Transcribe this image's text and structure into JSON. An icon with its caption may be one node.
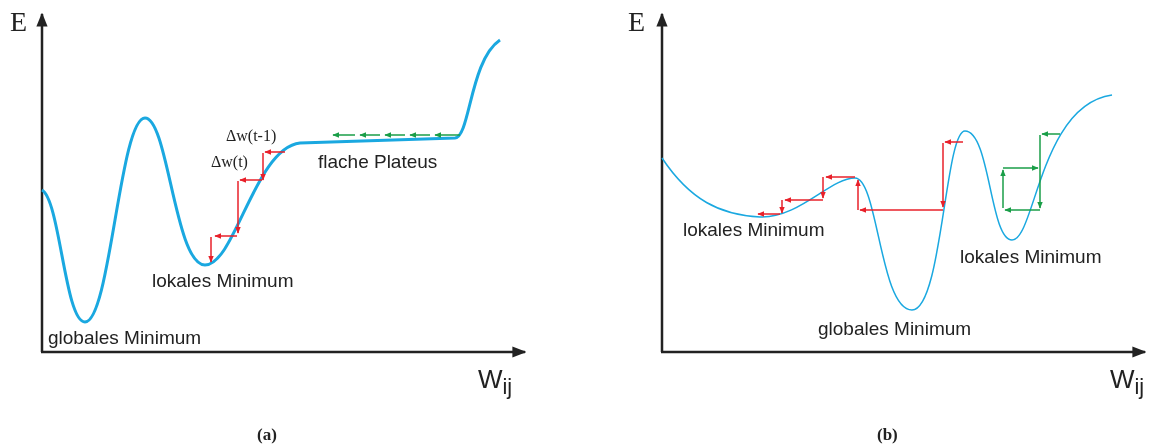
{
  "diagram": {
    "labels": [
      "E",
      "Δw(t-1)",
      "Δw(t)",
      "flache Plateus",
      "lokales Minimum",
      "globales Minimum",
      "W$_{ij}$",
      "(a)",
      "E",
      "lokales Minimum",
      "lokales Minimum",
      "globales Minimum",
      "W$_{ij}$",
      "(b)"
    ]
  }
}
